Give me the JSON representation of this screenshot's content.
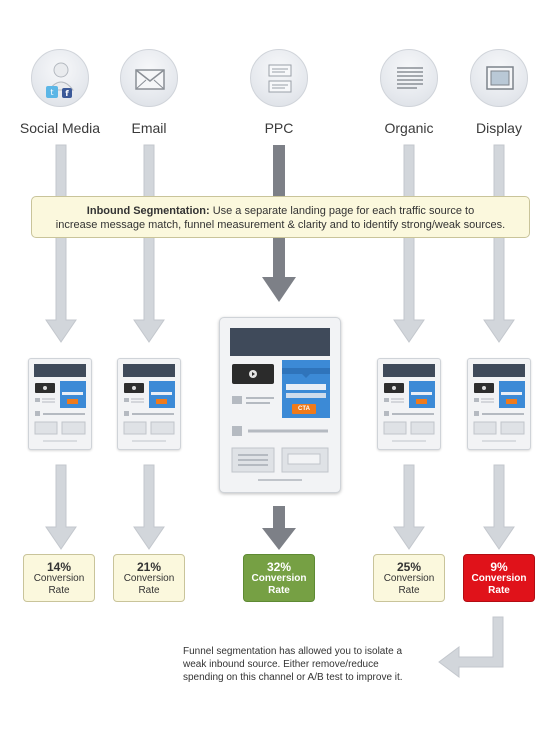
{
  "sources": [
    {
      "label": "Social Media",
      "icon": "social-media-icon"
    },
    {
      "label": "Email",
      "icon": "envelope-icon"
    },
    {
      "label": "PPC",
      "icon": "ppc-ad-icon"
    },
    {
      "label": "Organic",
      "icon": "organic-text-icon"
    },
    {
      "label": "Display",
      "icon": "display-banner-icon"
    }
  ],
  "callout": {
    "title": "Inbound Segmentation:",
    "text_line1": "Use a separate landing page for each traffic source to",
    "text_line2": "increase message match, funnel measurement & clarity and to identify strong/weak sources."
  },
  "landing_page": {
    "cta_label": "CTA"
  },
  "results": [
    {
      "value": "14%",
      "label_line1": "Conversion",
      "label_line2": "Rate",
      "status": "normal"
    },
    {
      "value": "21%",
      "label_line1": "Conversion",
      "label_line2": "Rate",
      "status": "normal"
    },
    {
      "value": "32%",
      "label_line1": "Conversion",
      "label_line2": "Rate",
      "status": "best"
    },
    {
      "value": "25%",
      "label_line1": "Conversion",
      "label_line2": "Rate",
      "status": "normal"
    },
    {
      "value": "9%",
      "label_line1": "Conversion",
      "label_line2": "Rate",
      "status": "worst"
    }
  ],
  "note": {
    "line1": "Funnel segmentation has allowed you to isolate a",
    "line2": "weak inbound source. Either remove/reduce",
    "line3": "spending on this channel or A/B test to improve it."
  },
  "colors": {
    "best": "#76a044",
    "worst": "#e0121a",
    "callout_bg": "#fbf8dd",
    "arrow_light": "#d2d6db",
    "arrow_dark": "#7d8087"
  }
}
